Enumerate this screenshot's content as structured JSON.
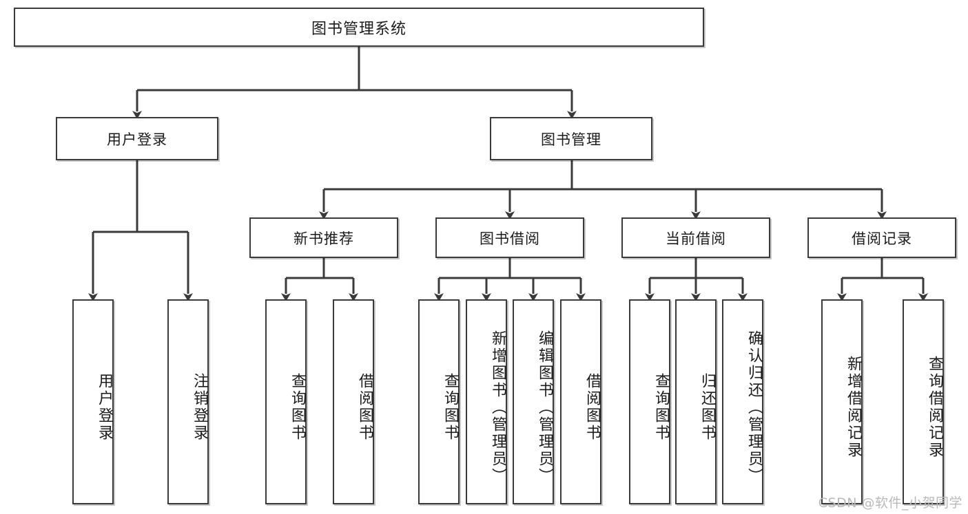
{
  "diagram": {
    "type": "tree-hierarchy-flowchart",
    "title": "图书管理系统",
    "watermark": "CSDN @软件_小贺同学",
    "colors": {
      "box_border": "#3a3a3a",
      "box_fill": "#ffffff",
      "connector": "#3a3a3a",
      "text": "#1b1b1b",
      "watermark": "#b9b9b9"
    },
    "root": {
      "label": "图书管理系统"
    },
    "level2": [
      {
        "label": "用户登录"
      },
      {
        "label": "图书管理"
      }
    ],
    "level3": [
      {
        "label": "新书推荐"
      },
      {
        "label": "图书借阅"
      },
      {
        "label": "当前借阅"
      },
      {
        "label": "借阅记录"
      }
    ],
    "leaves": [
      {
        "label": "用户登录",
        "parent": "用户登录"
      },
      {
        "label": "注销登录",
        "parent": "用户登录"
      },
      {
        "label": "查询图书",
        "parent": "新书推荐"
      },
      {
        "label": "借阅图书",
        "parent": "新书推荐"
      },
      {
        "label": "查询图书",
        "parent": "图书借阅"
      },
      {
        "label": "新增图书（管理员）",
        "parent": "图书借阅"
      },
      {
        "label": "编辑图书（管理员）",
        "parent": "图书借阅"
      },
      {
        "label": "借阅图书",
        "parent": "图书借阅"
      },
      {
        "label": "查询图书",
        "parent": "当前借阅"
      },
      {
        "label": "归还图书",
        "parent": "当前借阅"
      },
      {
        "label": "确认归还（管理员）",
        "parent": "当前借阅"
      },
      {
        "label": "新增借阅记录",
        "parent": "借阅记录"
      },
      {
        "label": "查询借阅记录",
        "parent": "借阅记录"
      }
    ]
  }
}
